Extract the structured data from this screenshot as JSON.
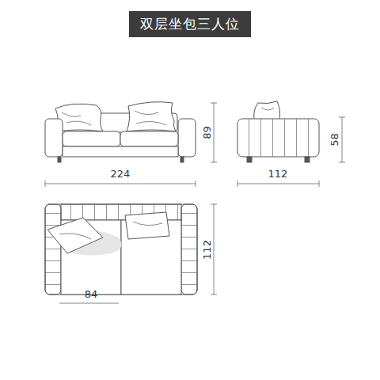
{
  "diagram": {
    "title": "双层坐包三人位",
    "labels": [
      "89",
      "224",
      "58",
      "112",
      "112",
      "84"
    ]
  }
}
